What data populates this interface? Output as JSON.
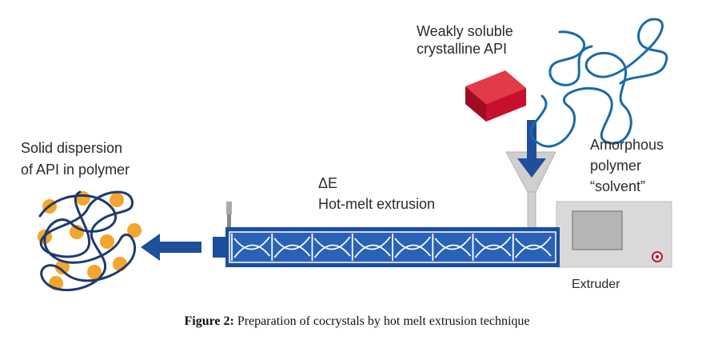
{
  "labels": {
    "api_line1": "Weakly soluble",
    "api_line2": "crystalline API",
    "polymer_line1": "Amorphous",
    "polymer_line2": "polymer",
    "polymer_line3": "“solvent”",
    "dispersion_line1": "Solid dispersion",
    "dispersion_line2": "of API in polymer",
    "delta_e": "ΔE",
    "process": "Hot-melt extrusion",
    "extruder": "Extruder"
  },
  "caption": {
    "prefix": "Figure 2:",
    "text": " Preparation of cocrystals by hot melt extrusion technique"
  },
  "colors": {
    "barrel": "#1c4e9e",
    "screw": "#ffffff",
    "arrow": "#1f4f9a",
    "crystal": "#c8102e",
    "polymer_chain": "#1a6aa8",
    "dispersion_chain": "#1e3a6e",
    "particle": "#f4a52d",
    "extruder_body": "#d9d9d9",
    "extruder_window": "#b5b5b5"
  }
}
